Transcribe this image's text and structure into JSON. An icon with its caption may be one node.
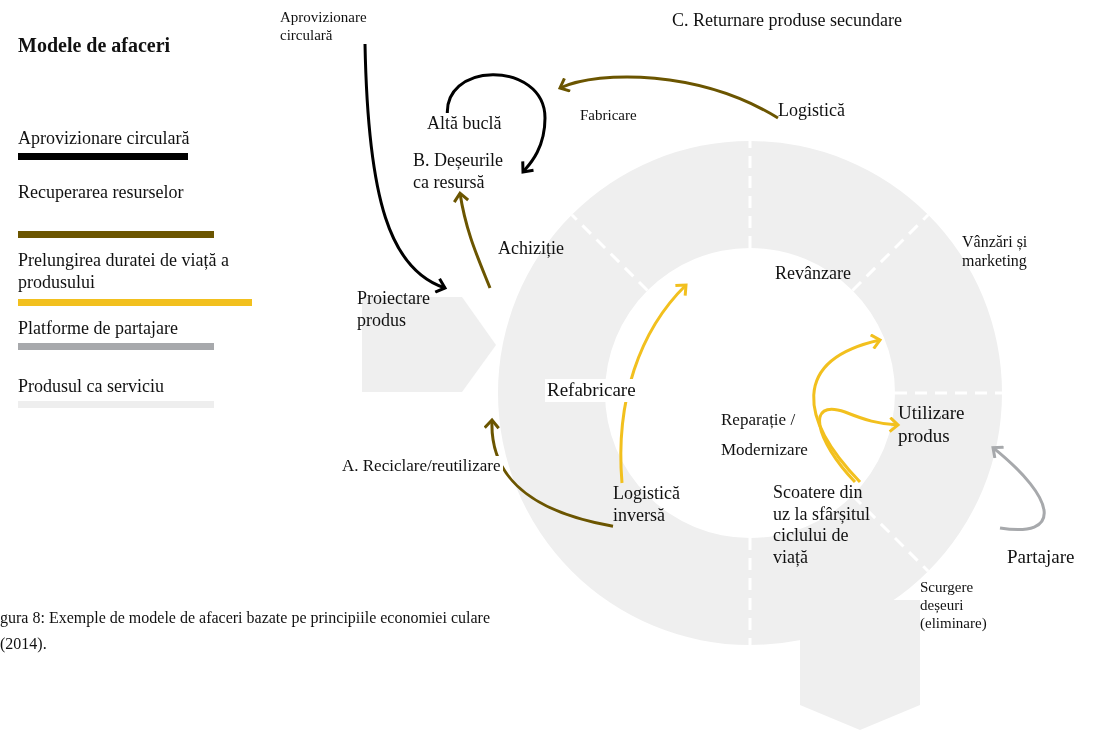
{
  "diagram": {
    "caption": "gura 8: Exemple de modele de afaceri bazate pe principiile economiei culare (2014).",
    "nodes": [
      {
        "text": [
          "Aprovizionare circulară"
        ]
      },
      {
        "text": [
          "B. Deșeurile ca resursă"
        ]
      },
      {
        "text": [
          "Proiectare produs"
        ]
      },
      {
        "text": [
          "Achiziție"
        ]
      },
      {
        "text": [
          "Logistică"
        ]
      },
      {
        "text": [
          "Vânzări și marketing"
        ]
      },
      {
        "text": [
          "Revânzare"
        ]
      },
      {
        "text": [
          "Utilizare produs"
        ]
      },
      {
        "text": [
          "Scoatere din uz la sfârșitul ciclului de viață"
        ]
      },
      {
        "text": [
          "Logistică inversă"
        ]
      },
      {
        "text": [
          "Scurgere deșeuri (eliminare)"
        ]
      }
    ],
    "edges": [
      {
        "from": 0,
        "to": 2,
        "arrow": "to",
        "color": "#000000"
      },
      {
        "from": null,
        "to": 1,
        "arrow": "to",
        "label": "Altă buclă",
        "color": "#000000"
      },
      {
        "from": 4,
        "to": null,
        "arrow": "to",
        "label": "Fabricare",
        "color": "#6b5500"
      },
      {
        "from": null,
        "to": 1,
        "arrow": "to",
        "color": "#6b5500"
      },
      {
        "from": 9,
        "to": null,
        "arrow": "to",
        "label": "A. Reciclare/reutilizare",
        "color": "#6b5500"
      },
      {
        "from": 9,
        "to": null,
        "arrow": "to",
        "label": "Refabricare",
        "color": "#f2c01e"
      },
      {
        "from": 8,
        "to": null,
        "arrow": "to",
        "color": "#f2c01e"
      },
      {
        "from": 8,
        "to": 7,
        "arrow": "to",
        "label": "Reparație / Modernizare",
        "color": "#f2c01e"
      },
      {
        "from": null,
        "to": 7,
        "arrow": "to",
        "label": "Partajare",
        "color": "#a7a9ac"
      }
    ],
    "labels": [
      "Modele de afaceri",
      "C. Returnare produse secundare"
    ],
    "legend": [
      {
        "text": "Aprovizionare circulară",
        "color": "#000000"
      },
      {
        "text": "Recuperarea resurselor",
        "color": "#6b5500"
      },
      {
        "text": "Prelungirea duratei de viață a produsului",
        "color": "#f2c01e"
      },
      {
        "text": "Platforme de partajare",
        "color": "#a7a9ac"
      },
      {
        "text": "Produsul ca serviciu",
        "color": "#eeeeee"
      }
    ]
  }
}
